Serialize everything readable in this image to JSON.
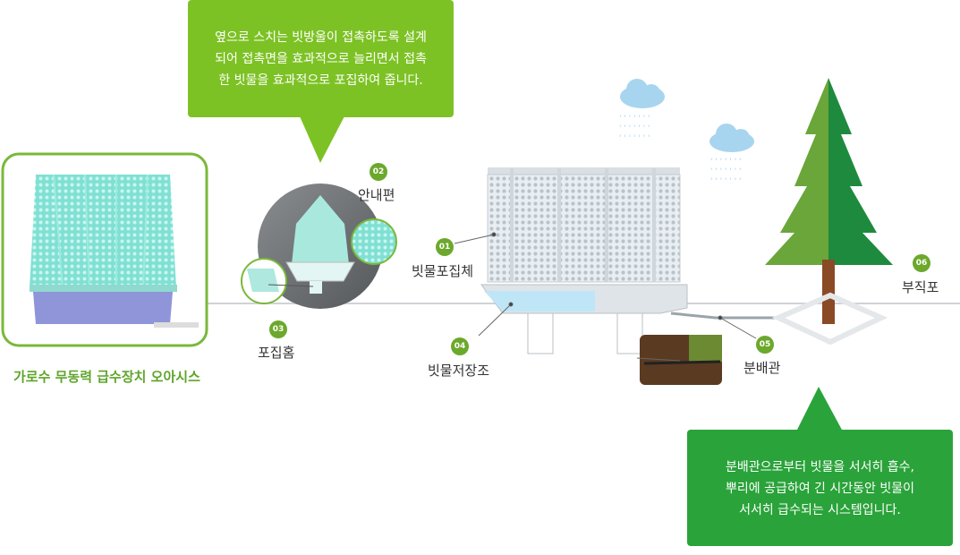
{
  "callout_top": {
    "text": [
      "옆으로 스치는 빗방울이 접촉하도록 설계",
      "되어 접촉면을 효과적으로 늘리면서 접촉",
      "한 빗물을 효과적으로 포집하여 줍니다."
    ]
  },
  "callout_bottom": {
    "text": [
      "분배관으로부터 빗물을 서서히 흡수,",
      "뿌리에 공급하여 긴 시간동안 빗물이",
      "서서히 급수되는 시스템입니다."
    ]
  },
  "product_caption": "가로수 무동력 급수장치 오아시스",
  "parts": [
    {
      "num": "01",
      "label": "빗물포집체"
    },
    {
      "num": "02",
      "label": "안내편"
    },
    {
      "num": "03",
      "label": "포집홈"
    },
    {
      "num": "04",
      "label": "빗물저장조"
    },
    {
      "num": "05",
      "label": "분배관"
    },
    {
      "num": "06",
      "label": "부직포"
    }
  ],
  "colors": {
    "accent_green": "#6ca82c",
    "callout_green": "#7dc225",
    "callout_green_dark": "#2aa33a",
    "water": "#bfe6f6",
    "tree_light": "#6aa63a",
    "tree_dark": "#1e8a3e",
    "trunk": "#8a4a26"
  }
}
